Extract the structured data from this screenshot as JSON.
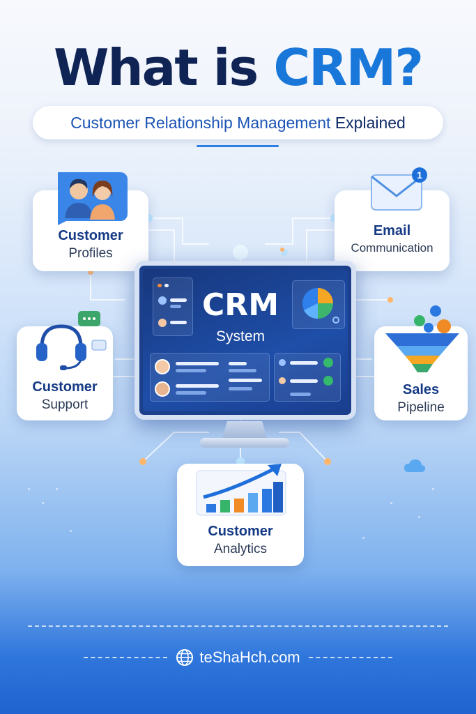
{
  "header": {
    "title_part1": "What is ",
    "title_part2": "CRM?",
    "subtitle_part1": "Customer Relationship Management",
    "subtitle_part2": " Explained"
  },
  "center": {
    "title": "CRM",
    "subtitle": "System"
  },
  "cards": {
    "profiles": {
      "title": "Customer",
      "subtitle": "Profiles",
      "icon": "people-icon"
    },
    "email": {
      "title": "Email",
      "subtitle": "Communication",
      "icon": "envelope-icon",
      "badge": "1"
    },
    "support": {
      "title": "Customer",
      "subtitle": "Support",
      "icon": "headset-icon"
    },
    "sales": {
      "title": "Sales",
      "subtitle": "Pipeline",
      "icon": "funnel-icon"
    },
    "analytics": {
      "title": "Customer",
      "subtitle": "Analytics",
      "icon": "bar-chart-icon"
    }
  },
  "footer": {
    "site": "teShaHch.com",
    "icon": "globe-icon"
  },
  "colors": {
    "navy": "#0f2454",
    "accent": "#1977d9",
    "card_title": "#153a85"
  }
}
